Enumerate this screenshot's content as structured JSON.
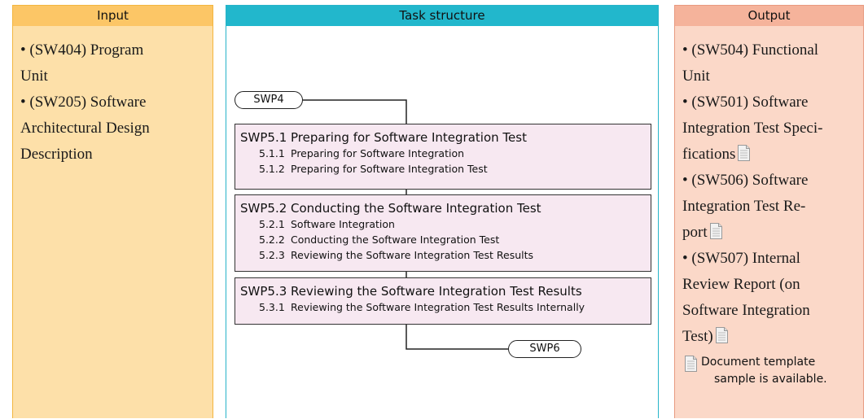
{
  "columns": {
    "input": {
      "header": "Input",
      "items": [
        [
          "• (SW404) Program",
          "Unit"
        ],
        [
          "• (SW205) Software",
          "Architectural Design",
          "Description"
        ]
      ]
    },
    "task": {
      "header": "Task structure",
      "start_terminal": "SWP4",
      "end_terminal": "SWP6",
      "processes": [
        {
          "title": "SWP5.1 Preparing for Software Integration Test",
          "subtasks": [
            {
              "num": "5.1.1",
              "label": "Preparing for Software Integration"
            },
            {
              "num": "5.1.2",
              "label": "Preparing for Software Integration Test"
            }
          ]
        },
        {
          "title": "SWP5.2  Conducting the Software Integration Test",
          "subtasks": [
            {
              "num": "5.2.1",
              "label": "Software Integration"
            },
            {
              "num": "5.2.2",
              "label": "Conducting the Software Integration Test"
            },
            {
              "num": "5.2.3",
              "label": "Reviewing the Software Integration Test Results"
            }
          ]
        },
        {
          "title": "SWP5.3  Reviewing the Software Integration Test Results",
          "subtasks": [
            {
              "num": "5.3.1",
              "label": "Reviewing the Software Integration Test Results Internally"
            }
          ]
        }
      ]
    },
    "output": {
      "header": "Output",
      "items": [
        {
          "lines": [
            "• (SW504) Functional",
            "Unit"
          ],
          "doc_icon": false
        },
        {
          "lines": [
            "• (SW501) Software",
            "Integration Test Speci-",
            "fications"
          ],
          "doc_icon": true
        },
        {
          "lines": [
            "• (SW506) Software",
            "Integration Test Re-",
            "port"
          ],
          "doc_icon": true
        },
        {
          "lines": [
            "• (SW507) Internal",
            "Review Report (on",
            "Software Integration",
            "Test)"
          ],
          "doc_icon": true
        }
      ],
      "legend_line1": "Document template",
      "legend_line2": "sample is available."
    }
  },
  "icons": {
    "document": "document-icon"
  },
  "colors": {
    "input_header": "#fcc666",
    "input_body": "#fde0a9",
    "task_header": "#22b7cc",
    "output_header": "#f5b39b",
    "output_body": "#fbd8c8",
    "process_fill": "#f7e8f1"
  }
}
